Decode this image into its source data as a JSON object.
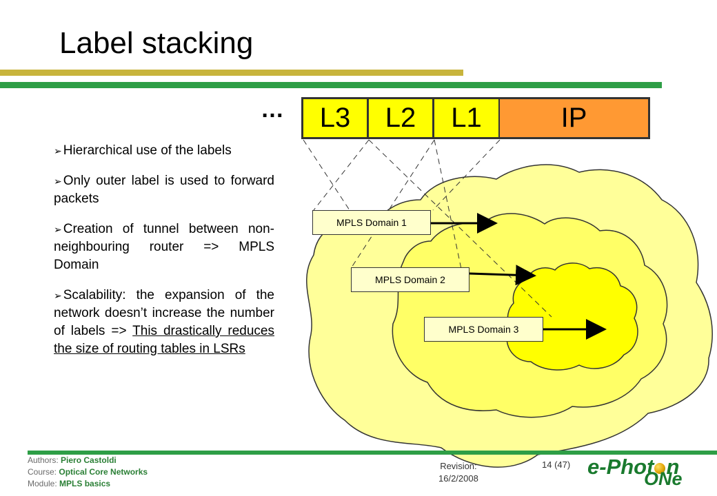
{
  "slide": {
    "title": "Label stacking",
    "ellipsis": "…",
    "labels": [
      "L3",
      "L2",
      "L1",
      "IP"
    ],
    "bullets": [
      {
        "text": "Hierarchical use of the labels"
      },
      {
        "text": "Only outer label is used to forward packets"
      },
      {
        "text": "Creation of tunnel between non-neighbouring router => MPLS Domain"
      },
      {
        "text": "Scalability: the expansion of the network doesn’t increase the number of labels => ",
        "underlined": "This drastically reduces the size of routing tables in LSRs"
      }
    ],
    "domains": [
      "MPLS Domain 1",
      "MPLS Domain 2",
      "MPLS Domain 3"
    ]
  },
  "footer": {
    "authors_key": "Authors:",
    "authors_val": "Piero Castoldi",
    "course_key": "Course:",
    "course_val": "Optical Core Networks",
    "module_key": "Module:",
    "module_val": "MPLS basics",
    "revision_label": "Revision:",
    "revision_date": "16/2/2008",
    "page": "14 (47)",
    "logo_top": "e-Phot",
    "logo_n": "n",
    "logo_bottom": "ONe"
  },
  "colors": {
    "label_fill": "#ffff00",
    "ip_fill": "#ff9933",
    "cloud_outer": "#ffff99",
    "cloud_middle": "#ffff66",
    "cloud_inner": "#ffff00",
    "domain_fill": "#ffffcc",
    "brand_green": "#2e9e46",
    "brand_olive": "#c8b43c"
  }
}
